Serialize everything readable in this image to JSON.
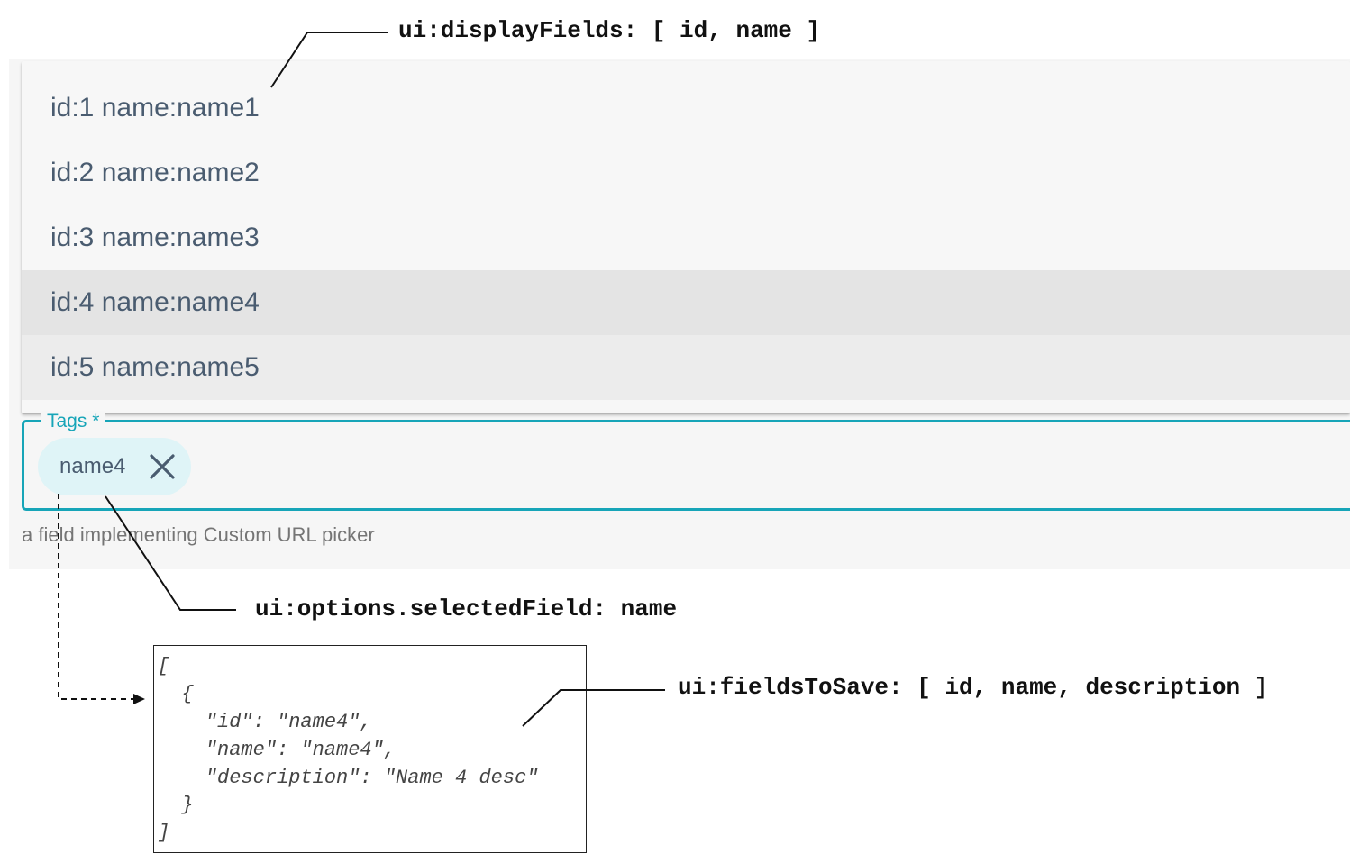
{
  "dropdown": {
    "options": [
      {
        "label": "id:1 name:name1"
      },
      {
        "label": "id:2 name:name2"
      },
      {
        "label": "id:3 name:name3"
      },
      {
        "label": "id:4 name:name4"
      },
      {
        "label": "id:5 name:name5"
      }
    ],
    "selected_label": "id:4 name:name4"
  },
  "field": {
    "label": "Tags *",
    "chip": {
      "label": "name4",
      "remove_icon": "close-icon"
    },
    "helper_text": "a field implementing Custom URL picker"
  },
  "annotations": {
    "display_fields": "ui:displayFields: [ id, name ]",
    "selected_field": "ui:options.selectedField: name",
    "fields_to_save": "ui:fieldsToSave: [ id, name, description ]"
  },
  "saved_value": {
    "lines": [
      "[",
      "  {",
      "    \"id\": \"name4\",",
      "    \"name\": \"name4\",",
      "    \"description\": \"Name 4 desc\"",
      "  }",
      "]"
    ]
  },
  "colors": {
    "accent": "#17a5b8",
    "option_text": "#4a5c70",
    "chip_bg": "#dff4f7"
  }
}
